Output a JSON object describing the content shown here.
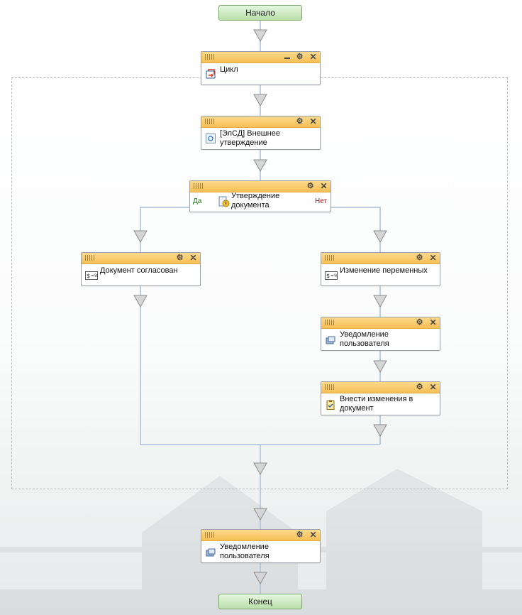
{
  "start_label": "Начало",
  "end_label": "Конец",
  "loop": {
    "title": "Цикл"
  },
  "external": {
    "title": "[ЭлСД] Внешнее утверждение"
  },
  "approval": {
    "title": "Утверждение документа",
    "yes_label": "Да",
    "no_label": "Нет"
  },
  "doc_agreed": {
    "title": "Документ согласован"
  },
  "change_vars": {
    "title": "Изменение переменных"
  },
  "notify_in": {
    "title": "Уведомление пользователя"
  },
  "make_changes": {
    "title": "Внести изменения в документ"
  },
  "notify_final": {
    "title": "Уведомление пользователя"
  },
  "colors": {
    "header": "#f6bf55",
    "connector": "#a8bfd6",
    "terminal": "#b9dfaa",
    "yes": "#1a7a1a",
    "no": "#8b1a1a"
  },
  "icons": {
    "loop": "loop-icon",
    "external": "external-approval-icon",
    "approval": "approval-warning-icon",
    "assign": "variable-assign-icon",
    "notify": "notification-icon",
    "task": "task-clipboard-icon"
  }
}
